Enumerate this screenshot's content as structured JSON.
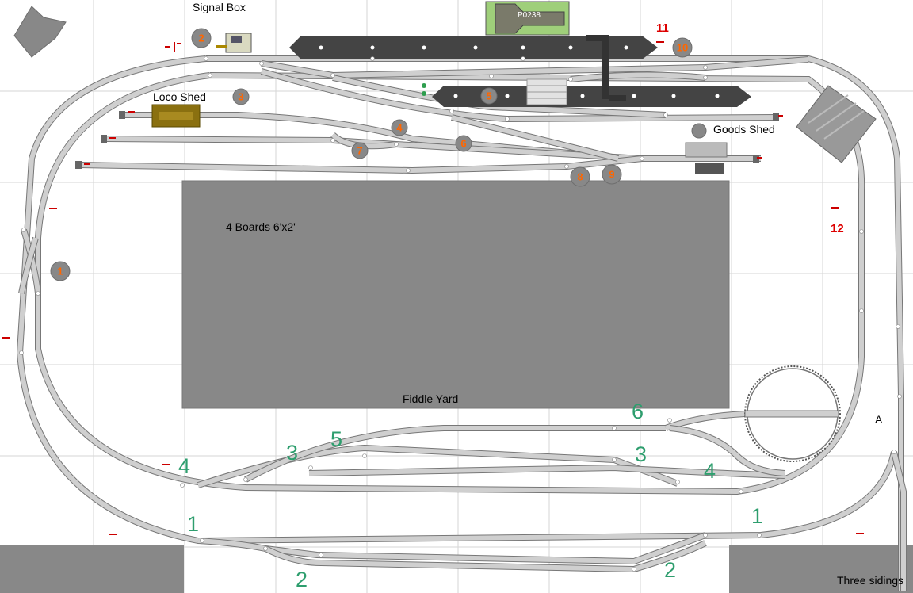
{
  "labels": {
    "signal_box": "Signal Box",
    "loco_shed": "Loco Shed",
    "goods_shed": "Goods Shed",
    "fiddle_yard": "Fiddle Yard",
    "boards": "4 Boards 6'x2'",
    "three_sidings": "Three sidings",
    "junction_a": "A",
    "station_building_code": "P0238"
  },
  "station_points": [
    "1",
    "2",
    "3",
    "4",
    "5",
    "6",
    "7",
    "8",
    "9",
    "10"
  ],
  "signals_numbered": [
    "11",
    "12"
  ],
  "fiddle_yard_points": [
    "1",
    "2",
    "3",
    "4",
    "5",
    "6",
    "1",
    "2",
    "3",
    "4"
  ],
  "colors": {
    "baseboard": "#888888",
    "track_edge": "#777777",
    "track_fill": "#cfcfcf",
    "platform": "#444444",
    "point_badge_text": "#ff6600",
    "signal_red": "#dd0000",
    "fiddle_numbers": "#2e9e6e",
    "station_roof": "#9fcf7a"
  },
  "icons": [
    "signal-icon",
    "buffer-stop-icon",
    "turntable-icon",
    "building-icon"
  ]
}
